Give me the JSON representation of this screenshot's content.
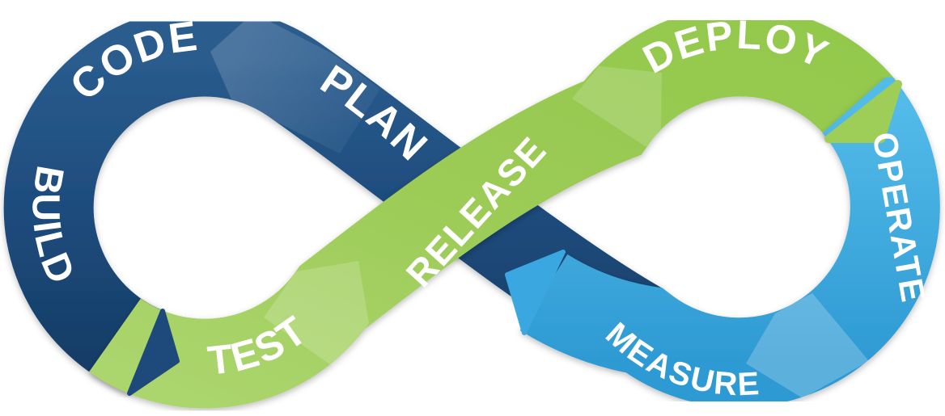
{
  "diagram": {
    "name": "devops-infinity-loop",
    "stages": [
      {
        "id": "plan",
        "label": "PLAN",
        "band": "navy"
      },
      {
        "id": "code",
        "label": "CODE",
        "band": "navy"
      },
      {
        "id": "build",
        "label": "BUILD",
        "band": "navy"
      },
      {
        "id": "test",
        "label": "TEST",
        "band": "green"
      },
      {
        "id": "release",
        "label": "RELEASE",
        "band": "green"
      },
      {
        "id": "deploy",
        "label": "DEPLOY",
        "band": "green"
      },
      {
        "id": "operate",
        "label": "OPERATE",
        "band": "blue"
      },
      {
        "id": "measure",
        "label": "MEASURE",
        "band": "blue"
      }
    ],
    "colors": {
      "navy": "#1d4b7c",
      "navy_light": "#2f6296",
      "green": "#9ccb56",
      "green_light": "#b9dd8b",
      "blue": "#3aa7e0",
      "blue_light": "#79cdf0",
      "text": "#ffffff"
    }
  }
}
